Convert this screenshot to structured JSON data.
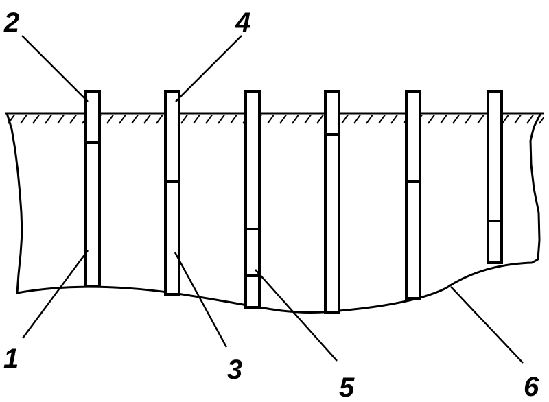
{
  "diagram": {
    "labels": [
      "1",
      "2",
      "3",
      "4",
      "5",
      "6"
    ],
    "colors": {
      "line": "#000000",
      "fill": "#ffffff"
    },
    "pile_count": 6
  }
}
